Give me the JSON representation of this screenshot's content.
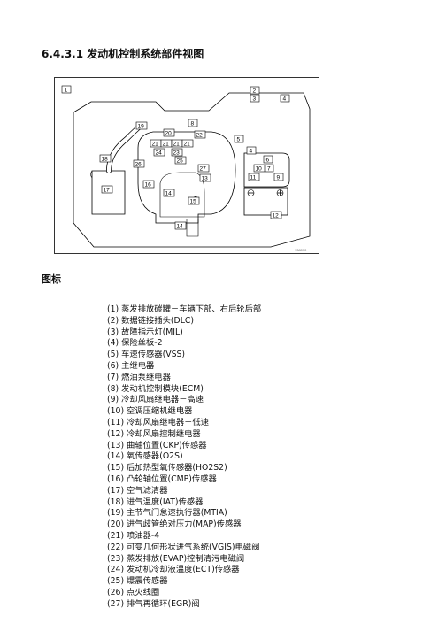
{
  "document": {
    "section_title": "6.4.3.1 发动机控制系统部件视图",
    "legend_heading": "图标",
    "figure_id": "138070",
    "callouts": {
      "c1": "1",
      "c2": "2",
      "c3": "3",
      "c4": "4",
      "c5": "5",
      "c6": "6",
      "c7": "7",
      "c8": "8",
      "c9": "9",
      "c10": "10",
      "c11": "11",
      "c12": "12",
      "c13": "13",
      "c14": "14",
      "c15": "15",
      "c16": "16",
      "c17": "17",
      "c18": "18",
      "c19": "19",
      "c20": "20",
      "c21a": "21",
      "c21b": "21",
      "c21c": "21",
      "c21d": "21",
      "c22": "22",
      "c23": "23",
      "c24": "24",
      "c25": "25",
      "c26": "26",
      "c27": "27"
    },
    "legend": [
      "(1) 蒸发排放碳罐－车辆下部、右后轮后部",
      "(2) 数据链接插头(DLC)",
      "(3) 故障指示灯(MIL)",
      "(4) 保险丝板-2",
      "(5) 车速传感器(VSS)",
      "(6) 主继电器",
      "(7) 燃油泵继电器",
      "(8) 发动机控制模块(ECM)",
      "(9) 冷却风扇继电器－高速",
      "(10) 空调压缩机继电器",
      "(11) 冷却风扇继电器－低速",
      "(12) 冷却风扇控制继电器",
      "(13) 曲轴位置(CKP)传感器",
      "(14) 氧传感器(O2S)",
      "(15) 后加热型氧传感器(HO2S2)",
      "(16) 凸轮轴位置(CMP)传感器",
      "(17) 空气滤清器",
      "(18) 进气温度(IAT)传感器",
      "(19) 主节气门怠速执行器(MTIA)",
      "(20) 进气歧管绝对压力(MAP)传感器",
      "(21) 喷油器-4",
      "(22) 可变几何形状进气系统(VGIS)电磁阀",
      "(23) 蒸发排放(EVAP)控制清污电磁阀",
      "(24) 发动机冷却液温度(ECT)传感器",
      "(25) 爆震传感器",
      "(26) 点火线圈",
      "(27) 排气再循环(EGR)阀"
    ]
  }
}
